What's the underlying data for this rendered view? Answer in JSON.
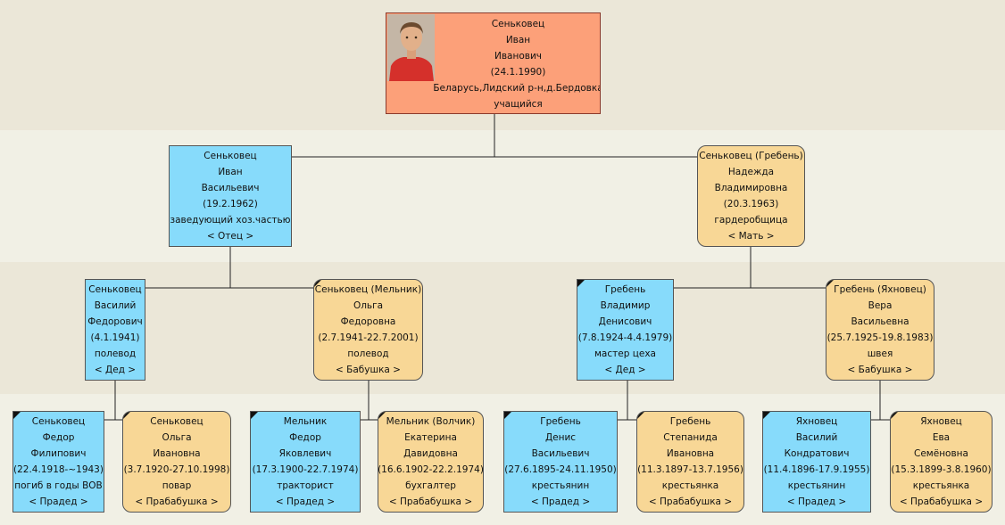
{
  "people": {
    "self": {
      "surname": "Сеньковец",
      "name": "Иван",
      "patronymic": "Иванович",
      "dates": "(24.1.1990)",
      "place": "Беларусь,Лидский р-н,д.Бердовка",
      "occupation": "учащийся"
    },
    "father": {
      "surname": "Сеньковец",
      "name": "Иван",
      "patronymic": "Васильевич",
      "dates": "(19.2.1962)",
      "occupation": "заведующий хоз.частью",
      "relation": "< Отец >"
    },
    "mother": {
      "surname": "Сеньковец (Гребень)",
      "name": "Надежда",
      "patronymic": "Владимировна",
      "dates": "(20.3.1963)",
      "occupation": "гардеробщица",
      "relation": "< Мать >"
    },
    "pgf": {
      "surname": "Сеньковец",
      "name": "Василий",
      "patronymic": "Федорович",
      "dates": "(4.1.1941)",
      "occupation": "полевод",
      "relation": "< Дед >"
    },
    "pgm": {
      "surname": "Сеньковец (Мельник)",
      "name": "Ольга",
      "patronymic": "Федоровна",
      "dates": "(2.7.1941-22.7.2001)",
      "occupation": "полевод",
      "relation": "< Бабушка >"
    },
    "mgf": {
      "surname": "Гребень",
      "name": "Владимир",
      "patronymic": "Денисович",
      "dates": "(7.8.1924-4.4.1979)",
      "occupation": "мастер цеха",
      "relation": "< Дед >"
    },
    "mgm": {
      "surname": "Гребень (Яхновец)",
      "name": "Вера",
      "patronymic": "Васильевна",
      "dates": "(25.7.1925-19.8.1983)",
      "occupation": "швея",
      "relation": "< Бабушка >"
    },
    "ggf1": {
      "surname": "Сеньковец",
      "name": "Федор",
      "patronymic": "Филипович",
      "dates": "(22.4.1918-~1943)",
      "occupation": "погиб в годы ВОВ",
      "relation": "< Прадед >"
    },
    "ggm1": {
      "surname": "Сеньковец",
      "name": "Ольга",
      "patronymic": "Ивановна",
      "dates": "(3.7.1920-27.10.1998)",
      "occupation": "повар",
      "relation": "< Прабабушка >"
    },
    "ggf2": {
      "surname": "Мельник",
      "name": "Федор",
      "patronymic": "Яковлевич",
      "dates": "(17.3.1900-22.7.1974)",
      "occupation": "тракторист",
      "relation": "< Прадед >"
    },
    "ggm2": {
      "surname": "Мельник (Волчик)",
      "name": "Екатерина",
      "patronymic": "Давидовна",
      "dates": "(16.6.1902-22.2.1974)",
      "occupation": "бухгалтер",
      "relation": "< Прабабушка >"
    },
    "ggf3": {
      "surname": "Гребень",
      "name": "Денис",
      "patronymic": "Васильевич",
      "dates": "(27.6.1895-24.11.1950)",
      "occupation": "крестьянин",
      "relation": "< Прадед >"
    },
    "ggm3": {
      "surname": "Гребень",
      "name": "Степанида",
      "patronymic": "Ивановна",
      "dates": "(11.3.1897-13.7.1956)",
      "occupation": "крестьянка",
      "relation": "< Прабабушка >"
    },
    "ggf4": {
      "surname": "Яхновец",
      "name": "Василий",
      "patronymic": "Кондратович",
      "dates": "(11.4.1896-17.9.1955)",
      "occupation": "крестьянин",
      "relation": "< Прадед >"
    },
    "ggm4": {
      "surname": "Яхновец",
      "name": "Ева",
      "patronymic": "Семёновна",
      "dates": "(15.3.1899-3.8.1960)",
      "occupation": "крестьянка",
      "relation": "< Прабабушка >"
    }
  },
  "colors": {
    "male": "#87dbfb",
    "female": "#f8d796",
    "root": "#fca079"
  },
  "icons": {
    "root_photo": "person-photo",
    "card_corner": "expand-corner-icon"
  }
}
